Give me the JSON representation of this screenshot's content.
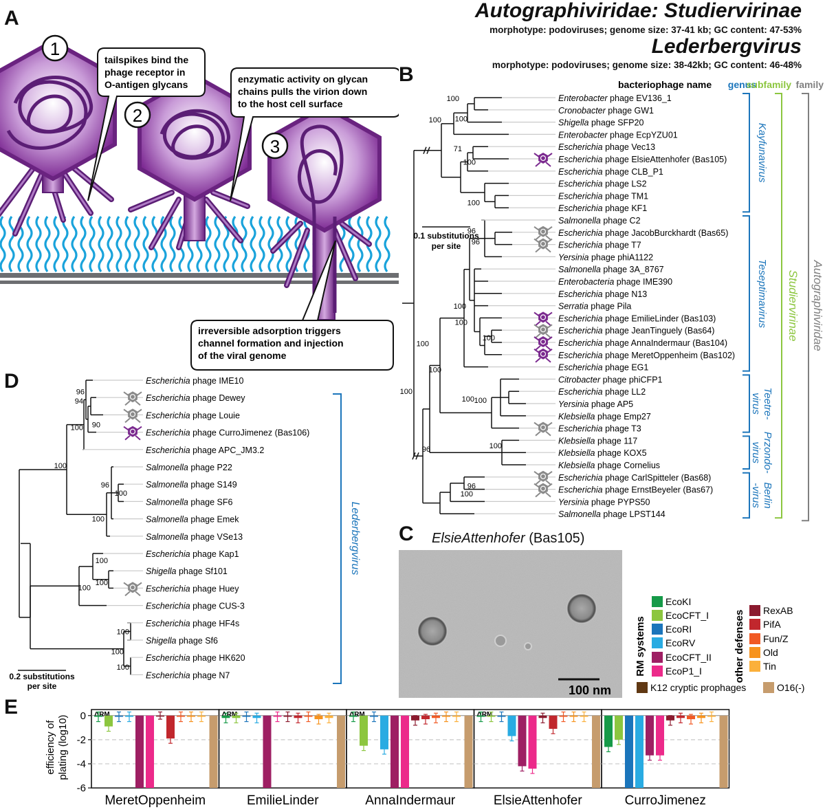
{
  "header": {
    "title1": "Autographiviridae: Studiervirinae",
    "sub1": "morphotype: podoviruses; genome size: 37-41 kb; GC content: 47-53%",
    "title2": "Lederbergvirus",
    "sub2": "morphotype: podoviruses; genome size: 38-42kb; GC content: 46-48%"
  },
  "panelA": {
    "letter": "A",
    "steps": [
      "1",
      "2",
      "3"
    ],
    "callouts": [
      [
        "tailspikes bind the",
        "phage receptor in",
        "O-antigen glycans"
      ],
      [
        "enzymatic activity on glycan",
        "chains pulls the virion down",
        "to the host cell surface"
      ],
      [
        "irreversible adsorption triggers",
        "channel formation and injection",
        "of the viral genome"
      ]
    ]
  },
  "panelB": {
    "letter": "B",
    "header_name": "bacteriophage name",
    "header_genus": "genus",
    "header_subfamily": "subfamily",
    "header_family": "family",
    "scale_label": [
      "0.1 substitutions",
      "per site"
    ],
    "taxa": [
      {
        "host": "Enterobacter",
        "rest": " phage EV136_1",
        "icon": ""
      },
      {
        "host": "Cronobacter",
        "rest": " phage GW1",
        "icon": ""
      },
      {
        "host": "Shigella",
        "rest": " phage SFP20",
        "icon": ""
      },
      {
        "host": "Enterobacter",
        "rest": " phage EcpYZU01",
        "icon": ""
      },
      {
        "host": "Escherichia",
        "rest": " phage Vec13",
        "icon": ""
      },
      {
        "host": "Escherichia",
        "rest": " phage ElsieAttenhofer (Bas105)",
        "icon": "purple"
      },
      {
        "host": "Escherichia",
        "rest": " phage CLB_P1",
        "icon": ""
      },
      {
        "host": "Escherichia",
        "rest": " phage LS2",
        "icon": ""
      },
      {
        "host": "Escherichia",
        "rest": " phage TM1",
        "icon": ""
      },
      {
        "host": "Escherichia",
        "rest": " phage KF1",
        "icon": ""
      },
      {
        "host": "Salmonella",
        "rest": " phage C2",
        "icon": ""
      },
      {
        "host": "Escherichia",
        "rest": " phage JacobBurckhardt (Bas65)",
        "icon": "grey"
      },
      {
        "host": "Escherichia",
        "rest": " phage T7",
        "icon": "grey"
      },
      {
        "host": "Yersinia",
        "rest": " phage phiA1122",
        "icon": ""
      },
      {
        "host": "Salmonella",
        "rest": " phage 3A_8767",
        "icon": ""
      },
      {
        "host": "Enterobacteria",
        "rest": " phage IME390",
        "icon": ""
      },
      {
        "host": "Escherichia",
        "rest": " phage N13",
        "icon": ""
      },
      {
        "host": "Serratia",
        "rest": " phage Pila",
        "icon": ""
      },
      {
        "host": "Escherichia",
        "rest": " phage EmilieLinder (Bas103)",
        "icon": "purple"
      },
      {
        "host": "Escherichia",
        "rest": " phage JeanTinguely (Bas64)",
        "icon": "grey"
      },
      {
        "host": "Escherichia",
        "rest": " phage AnnaIndermaur (Bas104)",
        "icon": "purple"
      },
      {
        "host": "Escherichia",
        "rest": " phage MeretOppenheim (Bas102)",
        "icon": "purple"
      },
      {
        "host": "Escherichia",
        "rest": " phage EG1",
        "icon": ""
      },
      {
        "host": "Citrobacter",
        "rest": " phage phiCFP1",
        "icon": ""
      },
      {
        "host": "Escherichia",
        "rest": " phage LL2",
        "icon": ""
      },
      {
        "host": "Yersinia",
        "rest": " phage AP5",
        "icon": ""
      },
      {
        "host": "Klebsiella",
        "rest": " phage Emp27",
        "icon": ""
      },
      {
        "host": "Escherichia",
        "rest": " phage T3",
        "icon": "grey"
      },
      {
        "host": "Klebsiella",
        "rest": " phage 117",
        "icon": ""
      },
      {
        "host": "Klebsiella",
        "rest": " phage KOX5",
        "icon": ""
      },
      {
        "host": "Klebsiella",
        "rest": " phage Cornelius",
        "icon": ""
      },
      {
        "host": "Escherichia",
        "rest": " phage CarlSpitteler (Bas68)",
        "icon": "grey"
      },
      {
        "host": "Escherichia",
        "rest": " phage ErnstBeyeler (Bas67)",
        "icon": "grey"
      },
      {
        "host": "Yersinia",
        "rest": " phage PYPS50",
        "icon": ""
      },
      {
        "host": "Salmonella",
        "rest": " phage LPST144",
        "icon": ""
      }
    ],
    "bootstraps": [
      "100",
      "100",
      "100",
      "71",
      "100",
      "100",
      "96",
      "96",
      "100",
      "100",
      "100",
      "100",
      "100",
      "96",
      "100",
      "100",
      "100",
      "100",
      "96",
      "100"
    ],
    "genera": [
      "Kayfunavirus",
      "Teseptimavirus",
      "Teetre-\nvirus",
      "Przondo-\nvirus",
      "Berlin\n-virus"
    ],
    "subfamily": "Studiervirinae",
    "family": "Autographiviridae"
  },
  "panelC": {
    "letter": "C",
    "title_italic": "ElsieAttenhofer",
    "title_rest": " (Bas105)",
    "scalebar": "100 nm"
  },
  "legend": {
    "rm_title": "RM systems",
    "other_title": "other defenses",
    "rm_items": [
      {
        "label": "EcoKI",
        "color": "#169a48"
      },
      {
        "label": "EcoCFT_I",
        "color": "#8cc63f"
      },
      {
        "label": "EcoRI",
        "color": "#1b75bb"
      },
      {
        "label": "EcoRV",
        "color": "#29abe2"
      },
      {
        "label": "EcoCFT_II",
        "color": "#9e1f63"
      },
      {
        "label": "EcoP1_I",
        "color": "#ec2a8a"
      }
    ],
    "other_items": [
      {
        "label": "RexAB",
        "color": "#8b1a2e"
      },
      {
        "label": "PifA",
        "color": "#c1272d"
      },
      {
        "label": "Fun/Z",
        "color": "#f15a24"
      },
      {
        "label": "Old",
        "color": "#f7931e"
      },
      {
        "label": "Tin",
        "color": "#fbb03b"
      }
    ],
    "k12": {
      "label": "K12 cryptic prophages",
      "color": "#603813"
    },
    "o16": {
      "label": "O16(-)",
      "color": "#c69c6d"
    }
  },
  "panelD": {
    "letter": "D",
    "scale_label": [
      "0.2 substitutions",
      "per site"
    ],
    "genus": "Lederbergvirus",
    "taxa": [
      {
        "host": "Escherichia",
        "rest": " phage IME10",
        "icon": ""
      },
      {
        "host": "Escherichia",
        "rest": " phage Dewey",
        "icon": "grey"
      },
      {
        "host": "Escherichia",
        "rest": " phage Louie",
        "icon": "grey"
      },
      {
        "host": "Escherichia",
        "rest": " phage CurroJimenez (Bas106)",
        "icon": "purple"
      },
      {
        "host": "Escherichia",
        "rest": " phage APC_JM3.2",
        "icon": ""
      },
      {
        "host": "Salmonella",
        "rest": " phage P22",
        "icon": ""
      },
      {
        "host": "Salmonella",
        "rest": " phage S149",
        "icon": ""
      },
      {
        "host": "Salmonella",
        "rest": " phage SF6",
        "icon": ""
      },
      {
        "host": "Salmonella",
        "rest": " phage Emek",
        "icon": ""
      },
      {
        "host": "Salmonella",
        "rest": " phage VSe13",
        "icon": ""
      },
      {
        "host": "Escherichia",
        "rest": " phage Kap1",
        "icon": ""
      },
      {
        "host": "Shigella",
        "rest": " phage Sf101",
        "icon": ""
      },
      {
        "host": "Escherichia",
        "rest": " phage Huey",
        "icon": "grey"
      },
      {
        "host": "Escherichia",
        "rest": " phage CUS-3",
        "icon": ""
      },
      {
        "host": "Escherichia",
        "rest": " phage HF4s",
        "icon": ""
      },
      {
        "host": "Shigella",
        "rest": " phage Sf6",
        "icon": ""
      },
      {
        "host": "Escherichia",
        "rest": " phage HK620",
        "icon": ""
      },
      {
        "host": "Escherichia",
        "rest": " phage N7",
        "icon": ""
      }
    ],
    "bootstraps": [
      "96",
      "94",
      "90",
      "100",
      "100",
      "96",
      "100",
      "100",
      "100",
      "100",
      "100",
      "100",
      "100",
      "100",
      "100",
      "100"
    ]
  },
  "panelE": {
    "letter": "E",
    "ylabel": [
      "efficiency of",
      "plating (log10)"
    ],
    "yticks": [
      "0",
      "-2",
      "-4",
      "-6"
    ],
    "delta_label": "ΔRM",
    "phages": [
      "MeretOppenheim",
      "EmilieLinder",
      "AnnaIndermaur",
      "ElsieAttenhofer",
      "CurroJimenez"
    ]
  },
  "chart_data": {
    "type": "bar",
    "ylabel": "efficiency of plating (log10)",
    "ylim": [
      -6,
      0.5
    ],
    "categories": [
      "EcoKI",
      "EcoCFT_I",
      "EcoRI",
      "EcoRV",
      "EcoCFT_II",
      "EcoP1_I",
      "RexAB",
      "PifA",
      "Fun/Z",
      "Old",
      "Tin",
      "O16(-)"
    ],
    "series": [
      {
        "name": "MeretOppenheim",
        "values": [
          -0.1,
          -0.9,
          -0.1,
          -0.1,
          -6,
          -6,
          0.1,
          -1.9,
          -0.1,
          -0.1,
          -0.1,
          -6
        ]
      },
      {
        "name": "EmilieLinder",
        "values": [
          -0.2,
          -0.2,
          -0.1,
          -0.2,
          -6,
          -0.1,
          -0.1,
          -0.2,
          -0.1,
          -0.3,
          -0.2,
          -6
        ]
      },
      {
        "name": "AnnaIndermaur",
        "values": [
          -0.1,
          -2.5,
          -0.1,
          -2.8,
          -6,
          -6,
          -0.4,
          -0.3,
          -0.2,
          -0.1,
          -0.1,
          -6
        ]
      },
      {
        "name": "ElsieAttenhofer",
        "values": [
          -0.1,
          -0.1,
          -0.1,
          -1.7,
          -4.2,
          -4.4,
          -0.2,
          -1.1,
          -0.1,
          -0.1,
          -0.1,
          -6
        ]
      },
      {
        "name": "CurroJimenez",
        "values": [
          -2.6,
          -2.0,
          -6,
          -6,
          -3.3,
          -3.3,
          -0.4,
          -0.2,
          -0.3,
          -0.2,
          -0.1,
          -6
        ]
      }
    ]
  }
}
